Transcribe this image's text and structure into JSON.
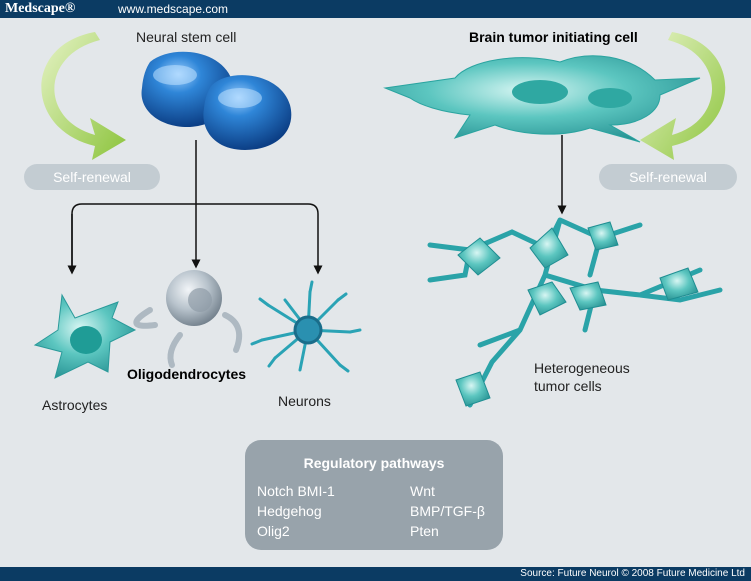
{
  "header": {
    "logo": "Medscape®",
    "url": "www.medscape.com"
  },
  "footer": {
    "source": "Source: Future Neurol © 2008 Future Medicine Ltd"
  },
  "labels": {
    "neural_stem_cell": "Neural stem cell",
    "brain_tumor_cell": "Brain tumor initiating cell",
    "self_renewal_left": "Self-renewal",
    "self_renewal_right": "Self-renewal",
    "astrocytes": "Astrocytes",
    "oligodendrocytes": "Oligodendrocytes",
    "neurons": "Neurons",
    "heterogeneous_line1": "Heterogeneous",
    "heterogeneous_line2": "tumor cells"
  },
  "regulatory": {
    "title": "Regulatory pathways",
    "left": [
      "Notch BMI-1",
      "Hedgehog",
      "Olig2"
    ],
    "right": [
      "Wnt",
      "BMP/TGF-β",
      "Pten"
    ]
  },
  "colors": {
    "header_bg": "#0b3b63",
    "background": "#e3e7ea",
    "stem_cell_blue": "#1f6fc0",
    "tumor_teal": "#3fb3b3",
    "arrow_green": "#9ccc4e",
    "pill_gray": "#c3ccd2",
    "panel_gray": "#98a3ab"
  }
}
